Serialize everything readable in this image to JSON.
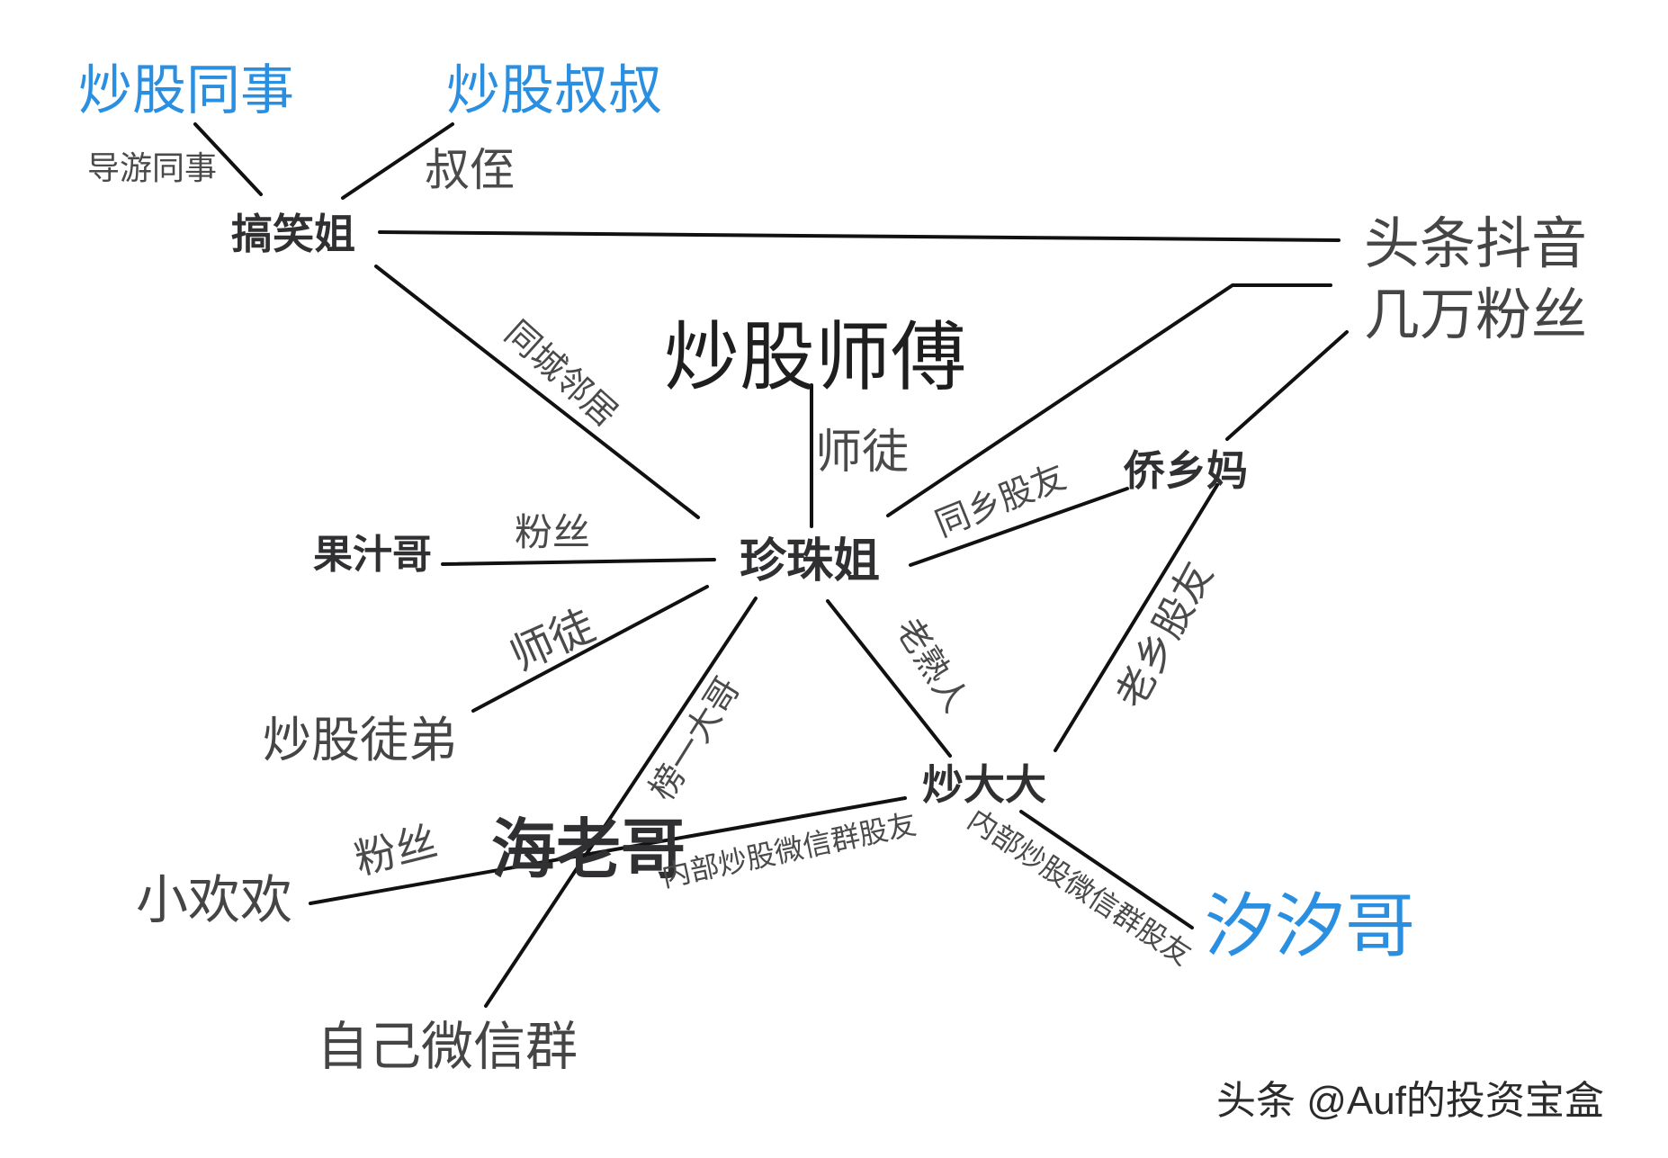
{
  "nodes": {
    "gaoxiaojie": "搞笑姐",
    "zhenzhujie": "珍珠姐",
    "guozhige": "果汁哥",
    "qiaoxiangma": "侨乡妈",
    "chaodada": "炒大大",
    "hailaoge": "海老哥",
    "chaogushifu": "炒股师傅",
    "toutiao": "头条抖音",
    "jiwanfensi": "几万粉丝",
    "chaogutudi": "炒股徒弟",
    "xiaohuanhuan": "小欢欢",
    "zijiweixinqun": "自己微信群",
    "chaogutongshi": "炒股同事",
    "chaogushushu": "炒股叔叔",
    "xixige": "汐汐哥"
  },
  "edge_labels": {
    "daoyoutongshi": "导游同事",
    "shuzhi": "叔侄",
    "tongchenglinju": "同城邻居",
    "shitu1": "师徒",
    "fensi1": "粉丝",
    "shitu2": "师徒",
    "tongxianggu": "同乡股友",
    "laoxianggu": "老乡股友",
    "laoshuren": "老熟人",
    "bangyidage": "榜一大哥",
    "fensi2": "粉丝",
    "neibu1": "内部炒股微信群股友",
    "neibu2": "内部炒股微信群股友"
  },
  "watermark": "头条 @Auf的投资宝盒",
  "colors": {
    "line": "#111111",
    "bold_node": "#303033",
    "plain_node": "#454545",
    "highlight_node": "#2a8fe0"
  }
}
